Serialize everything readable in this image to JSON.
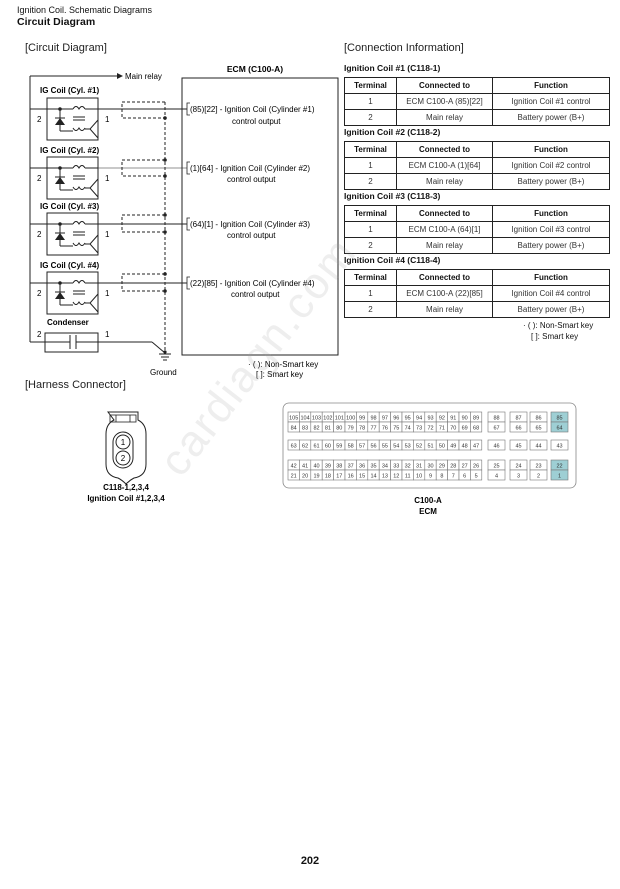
{
  "header": {
    "breadcrumb": "Ignition Coil. Schematic Diagrams",
    "title": "Circuit Diagram"
  },
  "circuit": {
    "section_label": "[Circuit Diagram]",
    "ecm_title": "ECM (C100-A)",
    "main_relay": "Main relay",
    "coils": [
      {
        "label": "IG Coil (Cyl. #1)",
        "pin_left": "2",
        "pin_right": "1",
        "ecm_pin": "(85)[22] - Ignition Coil (Cylinder #1)",
        "ecm_desc": "control output"
      },
      {
        "label": "IG Coil (Cyl. #2)",
        "pin_left": "2",
        "pin_right": "1",
        "ecm_pin": "(1)[64] - Ignition Coil (Cylinder #2)",
        "ecm_desc": "control output"
      },
      {
        "label": "IG Coil (Cyl. #3)",
        "pin_left": "2",
        "pin_right": "1",
        "ecm_pin": "(64)[1] - Ignition Coil (Cylinder #3)",
        "ecm_desc": "control output"
      },
      {
        "label": "IG Coil (Cyl. #4)",
        "pin_left": "2",
        "pin_right": "1",
        "ecm_pin": "(22)[85] - Ignition Coil (Cylinder #4)",
        "ecm_desc": "control output"
      }
    ],
    "condenser": {
      "label": "Condenser",
      "pin_left": "2",
      "pin_right": "1"
    },
    "ground": "Ground",
    "note_nonsmart": "· (   ): Non-Smart key",
    "note_smart": "[   ]: Smart key"
  },
  "connection": {
    "section_label": "[Connection Information]",
    "headers": [
      "Terminal",
      "Connected to",
      "Function"
    ],
    "tables": [
      {
        "title": "Ignition Coil #1 (C118-1)",
        "rows": [
          [
            "1",
            "ECM C100-A (85)[22]",
            "Ignition Coil #1 control"
          ],
          [
            "2",
            "Main relay",
            "Battery power (B+)"
          ]
        ]
      },
      {
        "title": "Ignition Coil #2 (C118-2)",
        "rows": [
          [
            "1",
            "ECM C100-A (1)[64]",
            "Ignition Coil #2 control"
          ],
          [
            "2",
            "Main relay",
            "Battery power (B+)"
          ]
        ]
      },
      {
        "title": "Ignition Coil #3 (C118-3)",
        "rows": [
          [
            "1",
            "ECM C100-A (64)[1]",
            "Ignition Coil #3 control"
          ],
          [
            "2",
            "Main relay",
            "Battery power (B+)"
          ]
        ]
      },
      {
        "title": "Ignition Coil #4 (C118-4)",
        "rows": [
          [
            "1",
            "ECM C100-A (22)[85]",
            "Ignition Coil #4 control"
          ],
          [
            "2",
            "Main relay",
            "Battery power (B+)"
          ]
        ]
      }
    ],
    "note_nonsmart": "· (   ): Non-Smart key",
    "note_smart": "[   ]: Smart key"
  },
  "harness": {
    "section_label": "[Harness Connector]",
    "coil_connector": {
      "pins": [
        "1",
        "2"
      ],
      "name": "C118-1,2,3,4",
      "desc": "Ignition Coil #1,2,3,4"
    },
    "ecm_connector": {
      "name": "C100-A",
      "desc": "ECM",
      "highlight_color": "#9ecfd4",
      "highlighted": [
        "85",
        "64",
        "22",
        "1"
      ],
      "rows": [
        {
          "main": [
            "105",
            "104",
            "103",
            "102",
            "101",
            "100",
            "99",
            "98",
            "97",
            "96",
            "95",
            "94",
            "93",
            "92",
            "91",
            "90",
            "89"
          ],
          "side": [
            "88",
            "87",
            "86",
            "85"
          ]
        },
        {
          "main": [
            "84",
            "83",
            "82",
            "81",
            "80",
            "79",
            "78",
            "77",
            "76",
            "75",
            "74",
            "73",
            "72",
            "71",
            "70",
            "69",
            "68"
          ],
          "side": [
            "67",
            "66",
            "65",
            "64"
          ]
        },
        {
          "main": [
            "63",
            "62",
            "61",
            "60",
            "59",
            "58",
            "57",
            "56",
            "55",
            "54",
            "53",
            "52",
            "51",
            "50",
            "49",
            "48",
            "47"
          ],
          "side": [
            "46",
            "45",
            "44",
            "43"
          ]
        },
        {
          "main": [
            "42",
            "41",
            "40",
            "39",
            "38",
            "37",
            "36",
            "35",
            "34",
            "33",
            "32",
            "31",
            "30",
            "29",
            "28",
            "27",
            "26"
          ],
          "side": [
            "25",
            "24",
            "23",
            "22"
          ]
        },
        {
          "main": [
            "21",
            "20",
            "19",
            "18",
            "17",
            "16",
            "15",
            "14",
            "13",
            "12",
            "11",
            "10",
            "9",
            "8",
            "7",
            "6",
            "5"
          ],
          "side": [
            "4",
            "3",
            "2",
            "1"
          ]
        }
      ]
    }
  },
  "watermark": "cardiagn.com",
  "page_number": "202"
}
